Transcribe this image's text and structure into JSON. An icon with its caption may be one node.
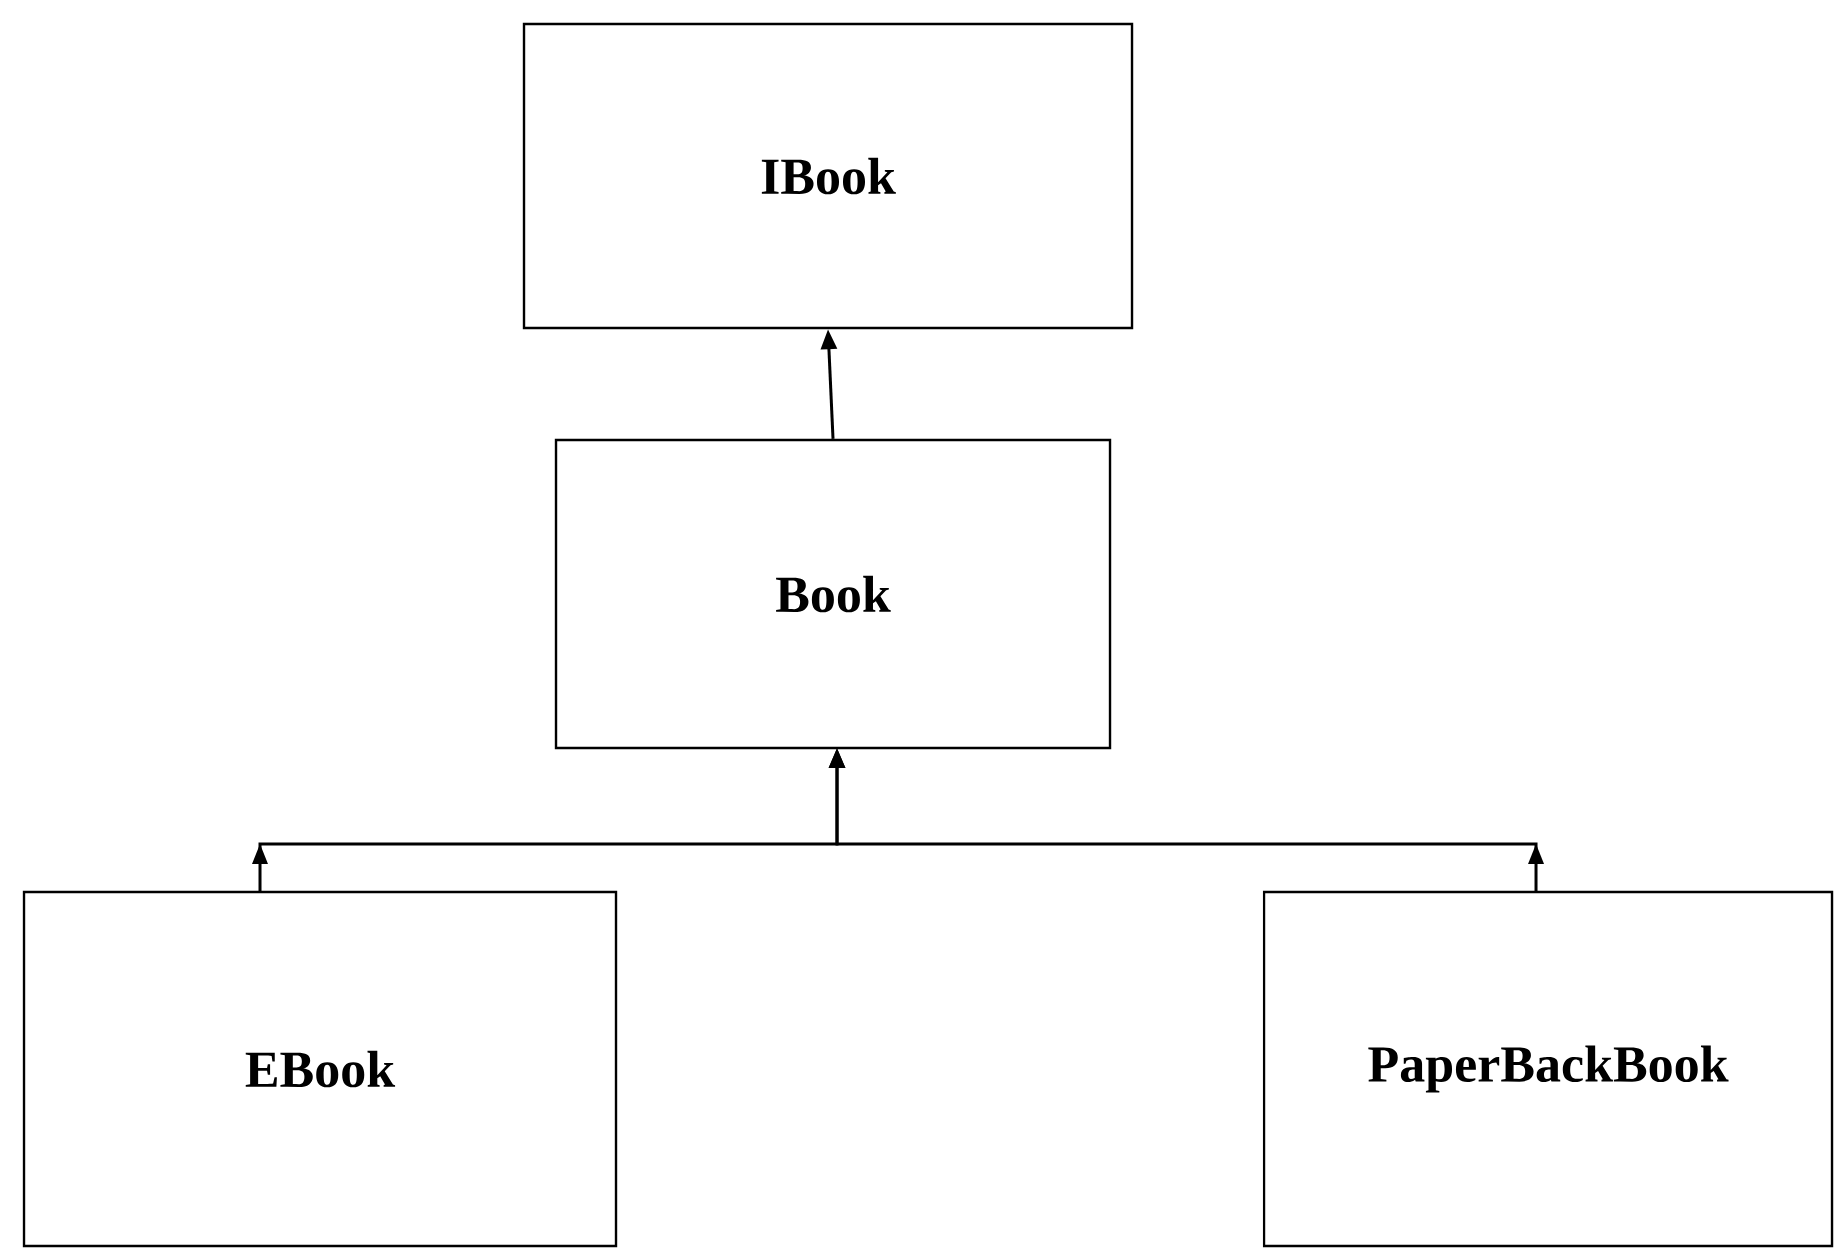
{
  "diagram": {
    "nodes": [
      {
        "text": [
          "IBook"
        ]
      },
      {
        "text": [
          "Book"
        ]
      },
      {
        "text": [
          "EBook"
        ]
      },
      {
        "text": [
          "PaperBackBook"
        ]
      }
    ],
    "edges": [
      {
        "from": 1,
        "to": 0,
        "arrow": "to"
      },
      {
        "from": 2,
        "to": 1,
        "arrow": "to"
      },
      {
        "from": 3,
        "to": 1,
        "arrow": "to"
      }
    ]
  }
}
